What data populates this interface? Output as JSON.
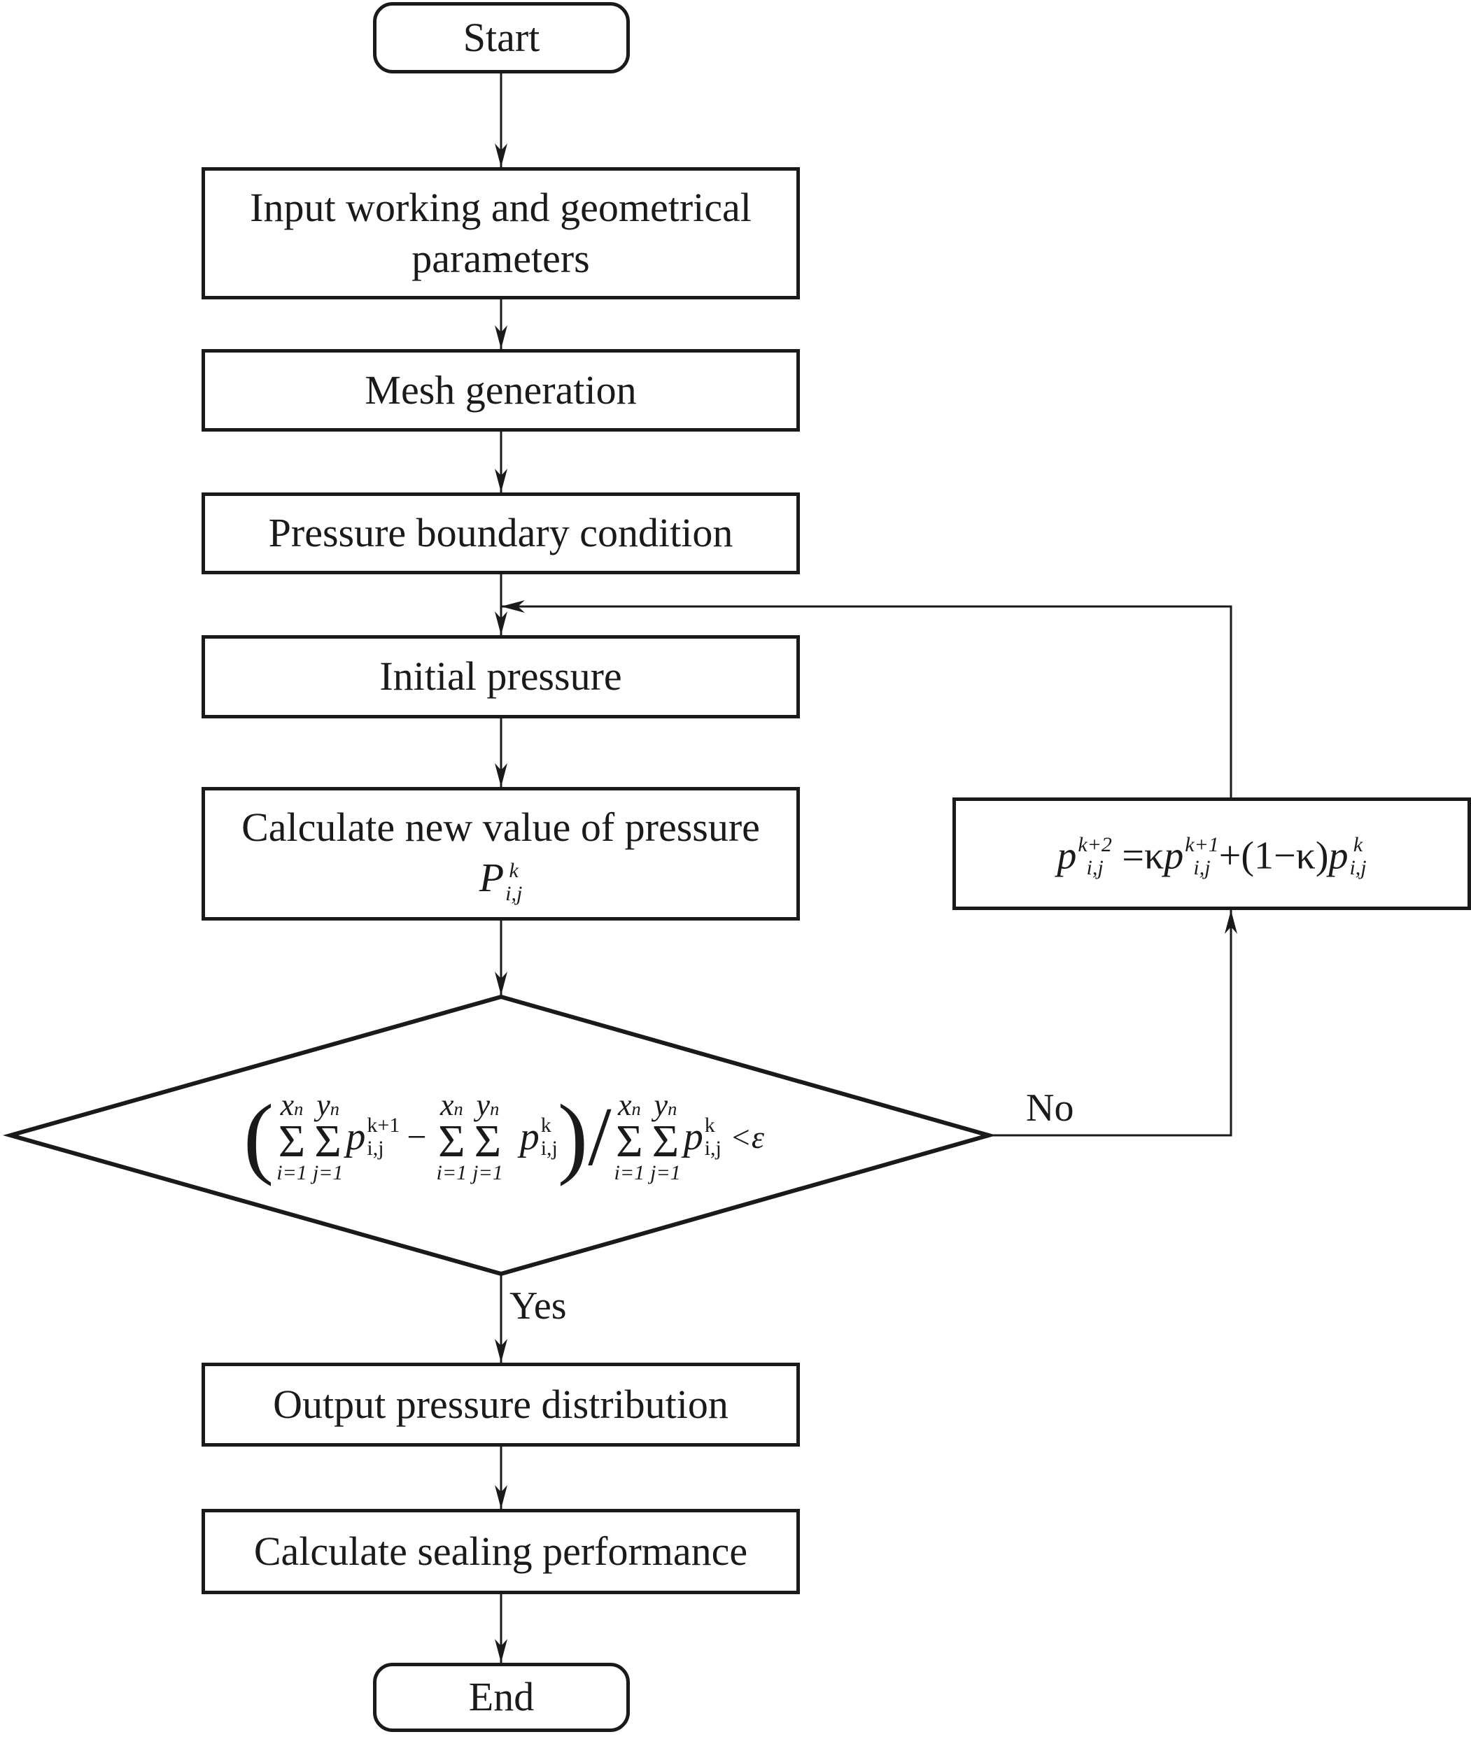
{
  "flowchart": {
    "start": "Start",
    "steps": [
      {
        "line1": "Input working and geometrical",
        "line2": "parameters"
      },
      {
        "label": "Mesh generation"
      },
      {
        "label": "Pressure boundary condition"
      },
      {
        "label": "Initial pressure"
      },
      {
        "line1": "Calculate new value of pressure",
        "formula": "P",
        "sup": "k",
        "sub": "i,j"
      },
      {
        "label": "Output pressure distribution"
      },
      {
        "label": "Calculate sealing performance"
      }
    ],
    "end": "End",
    "decision": {
      "sum_upper_x": "x",
      "sum_upper_y": "y",
      "upper_sub": "n",
      "lower_i": "i=1",
      "lower_j": "j=1",
      "sigma": "Σ",
      "term1": "p",
      "term1_sup": "k+1",
      "term_sub": "i,j",
      "minus": "−",
      "term2": "p",
      "term2_sup": "k",
      "lt_eps": "<ε",
      "yes_label": "Yes",
      "no_label": "No"
    },
    "relaxation": {
      "lhs": "p",
      "lhs_sup": "k+2",
      "sub": "i,j",
      "eq": "=κ",
      "mid": "p",
      "mid_sup": "k+1",
      "plus": "+(1−κ)",
      "rhs": "p",
      "rhs_sup": "k"
    }
  }
}
